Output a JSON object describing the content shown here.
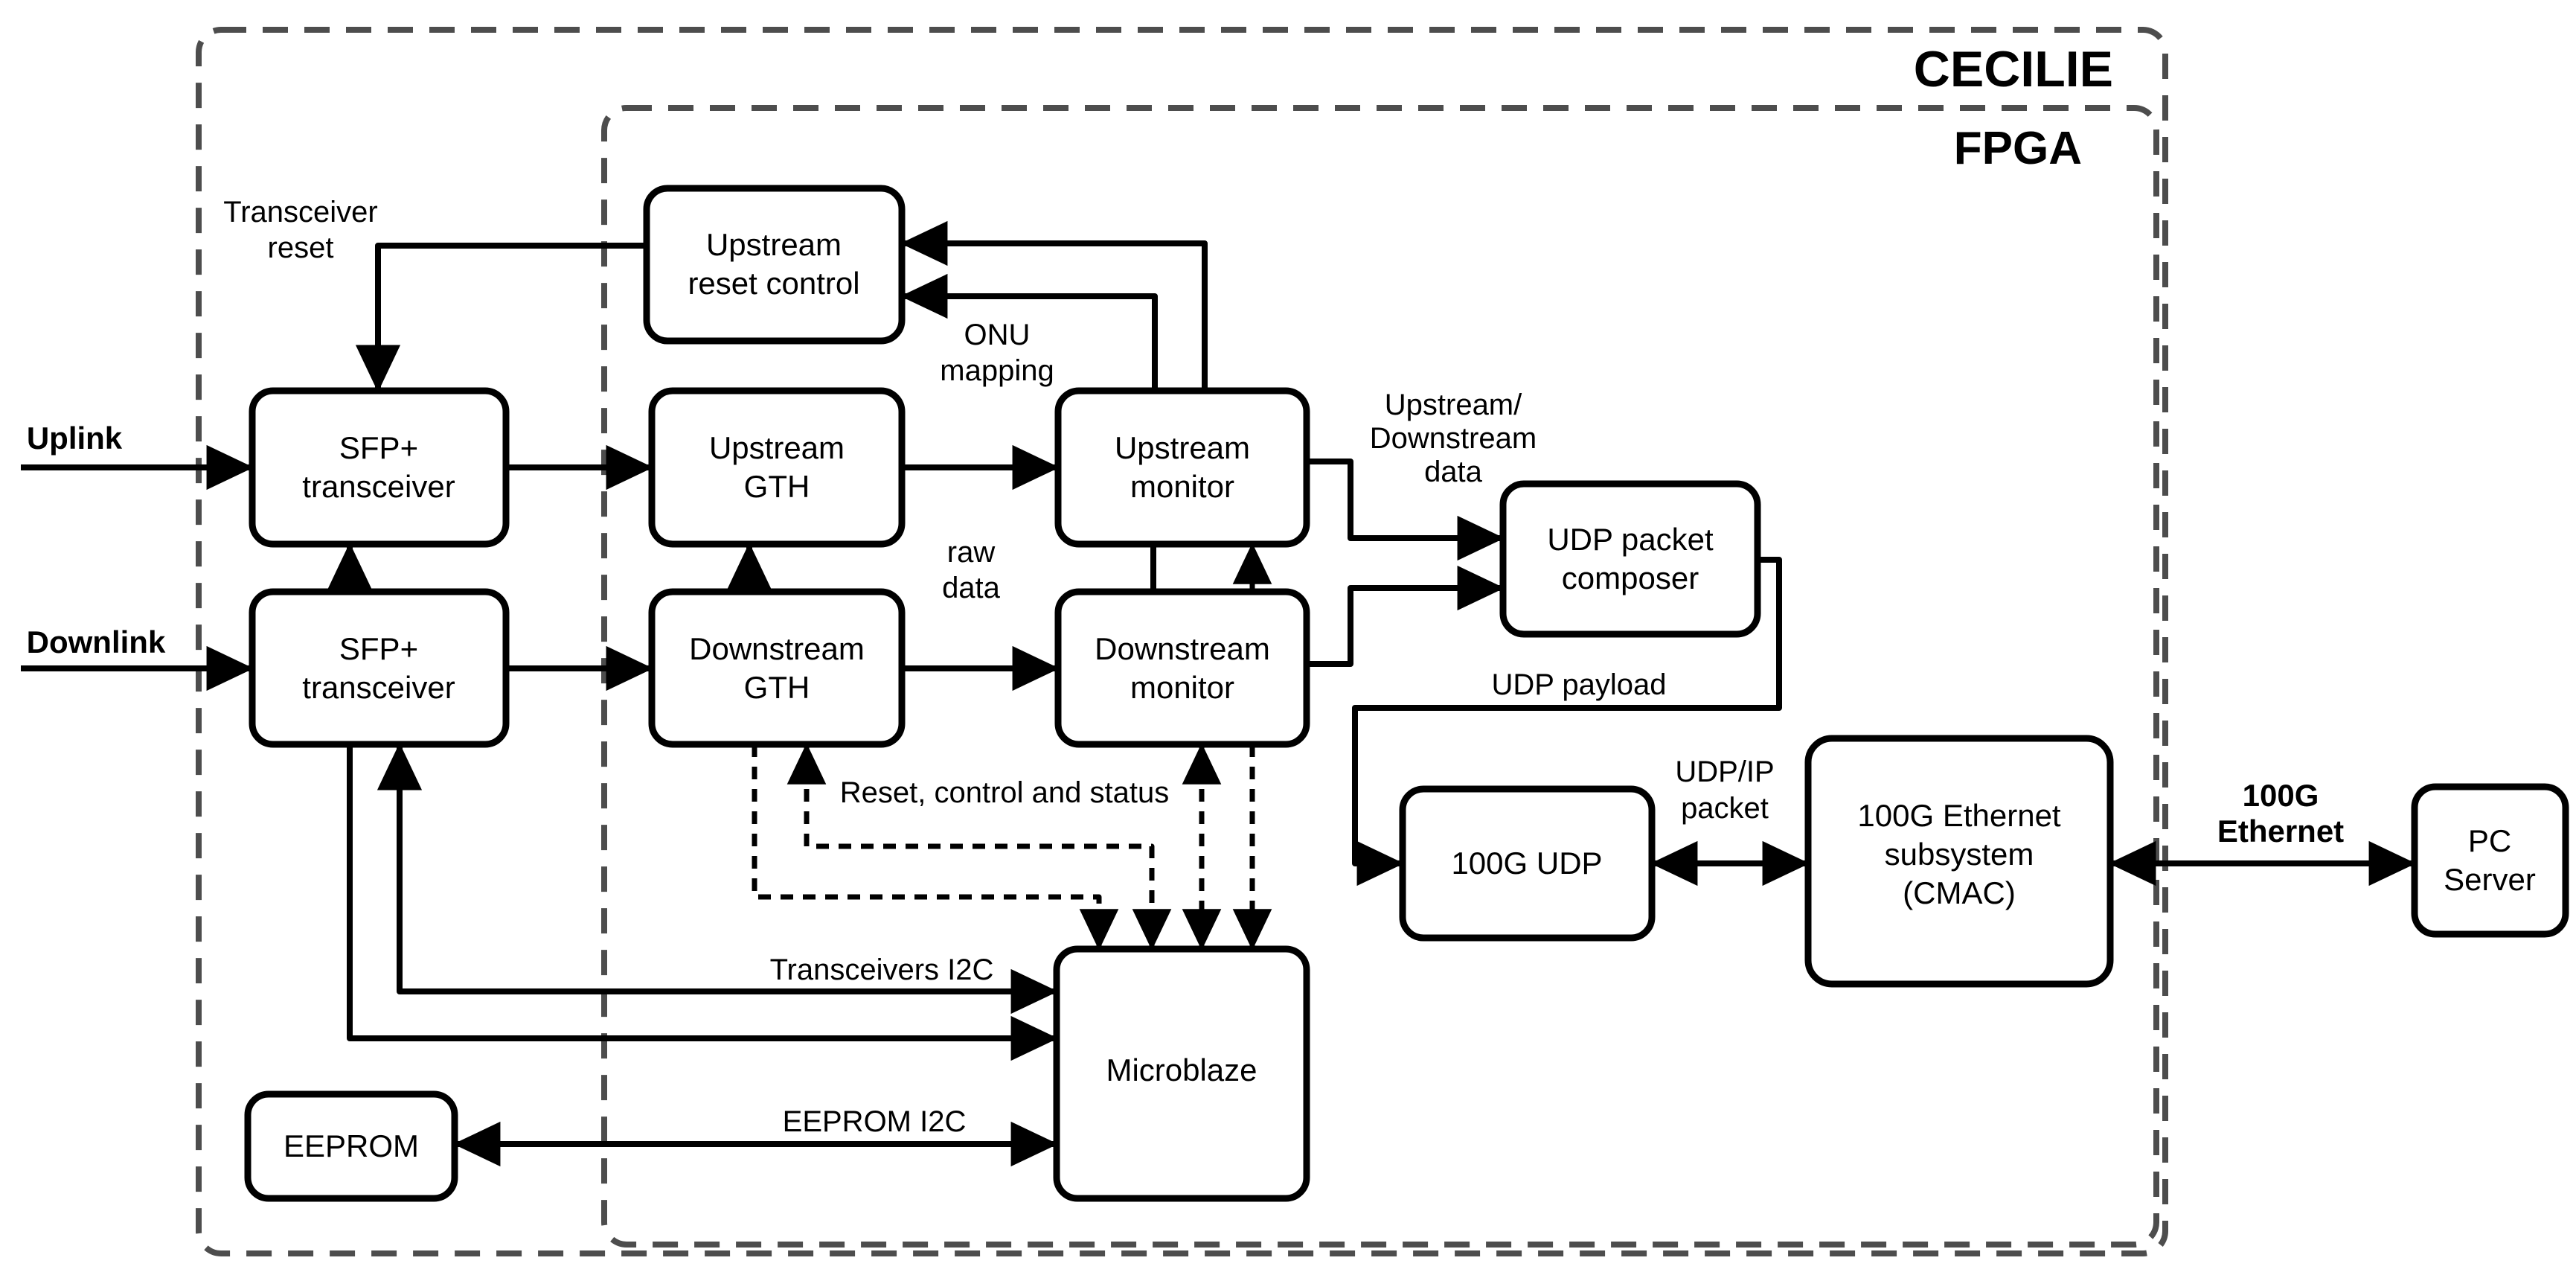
{
  "diagram": {
    "outer_label": "CECILIE",
    "inner_label": "FPGA",
    "colors": {
      "stroke": "#000000",
      "dashed_box": "#4d4d4d",
      "background": "#ffffff"
    },
    "blocks": {
      "upstream_reset_control": {
        "lines": [
          "Upstream",
          "reset control"
        ]
      },
      "sfp_transceiver_uplink": {
        "lines": [
          "SFP+",
          "transceiver"
        ]
      },
      "upstream_gth": {
        "lines": [
          "Upstream",
          "GTH"
        ]
      },
      "upstream_monitor": {
        "lines": [
          "Upstream",
          "monitor"
        ]
      },
      "sfp_transceiver_downlink": {
        "lines": [
          "SFP+",
          "transceiver"
        ]
      },
      "downstream_gth": {
        "lines": [
          "Downstream",
          "GTH"
        ]
      },
      "downstream_monitor": {
        "lines": [
          "Downstream",
          "monitor"
        ]
      },
      "udp_packet_composer": {
        "lines": [
          "UDP packet",
          "composer"
        ]
      },
      "udp_100g": {
        "lines": [
          "100G UDP"
        ]
      },
      "cmac": {
        "lines": [
          "100G Ethernet",
          "subsystem",
          "(CMAC)"
        ]
      },
      "pc_server": {
        "lines": [
          "PC",
          "Server"
        ]
      },
      "microblaze": {
        "lines": [
          "Microblaze"
        ]
      },
      "eeprom": {
        "lines": [
          "EEPROM"
        ]
      }
    },
    "labels": {
      "uplink": "Uplink",
      "downlink": "Downlink",
      "transceiver_reset": [
        "Transceiver",
        "reset"
      ],
      "onu_mapping": [
        "ONU",
        "mapping"
      ],
      "raw_data": [
        "raw",
        "data"
      ],
      "upstream_downstream_data": [
        "Upstream/",
        "Downstream",
        "data"
      ],
      "udp_payload": "UDP payload",
      "udp_ip_packet": [
        "UDP/IP",
        "packet"
      ],
      "ethernet_100g": [
        "100G",
        "Ethernet"
      ],
      "reset_control_status": "Reset, control and status",
      "transceivers_i2c": "Transceivers I2C",
      "eeprom_i2c": "EEPROM I2C"
    }
  }
}
